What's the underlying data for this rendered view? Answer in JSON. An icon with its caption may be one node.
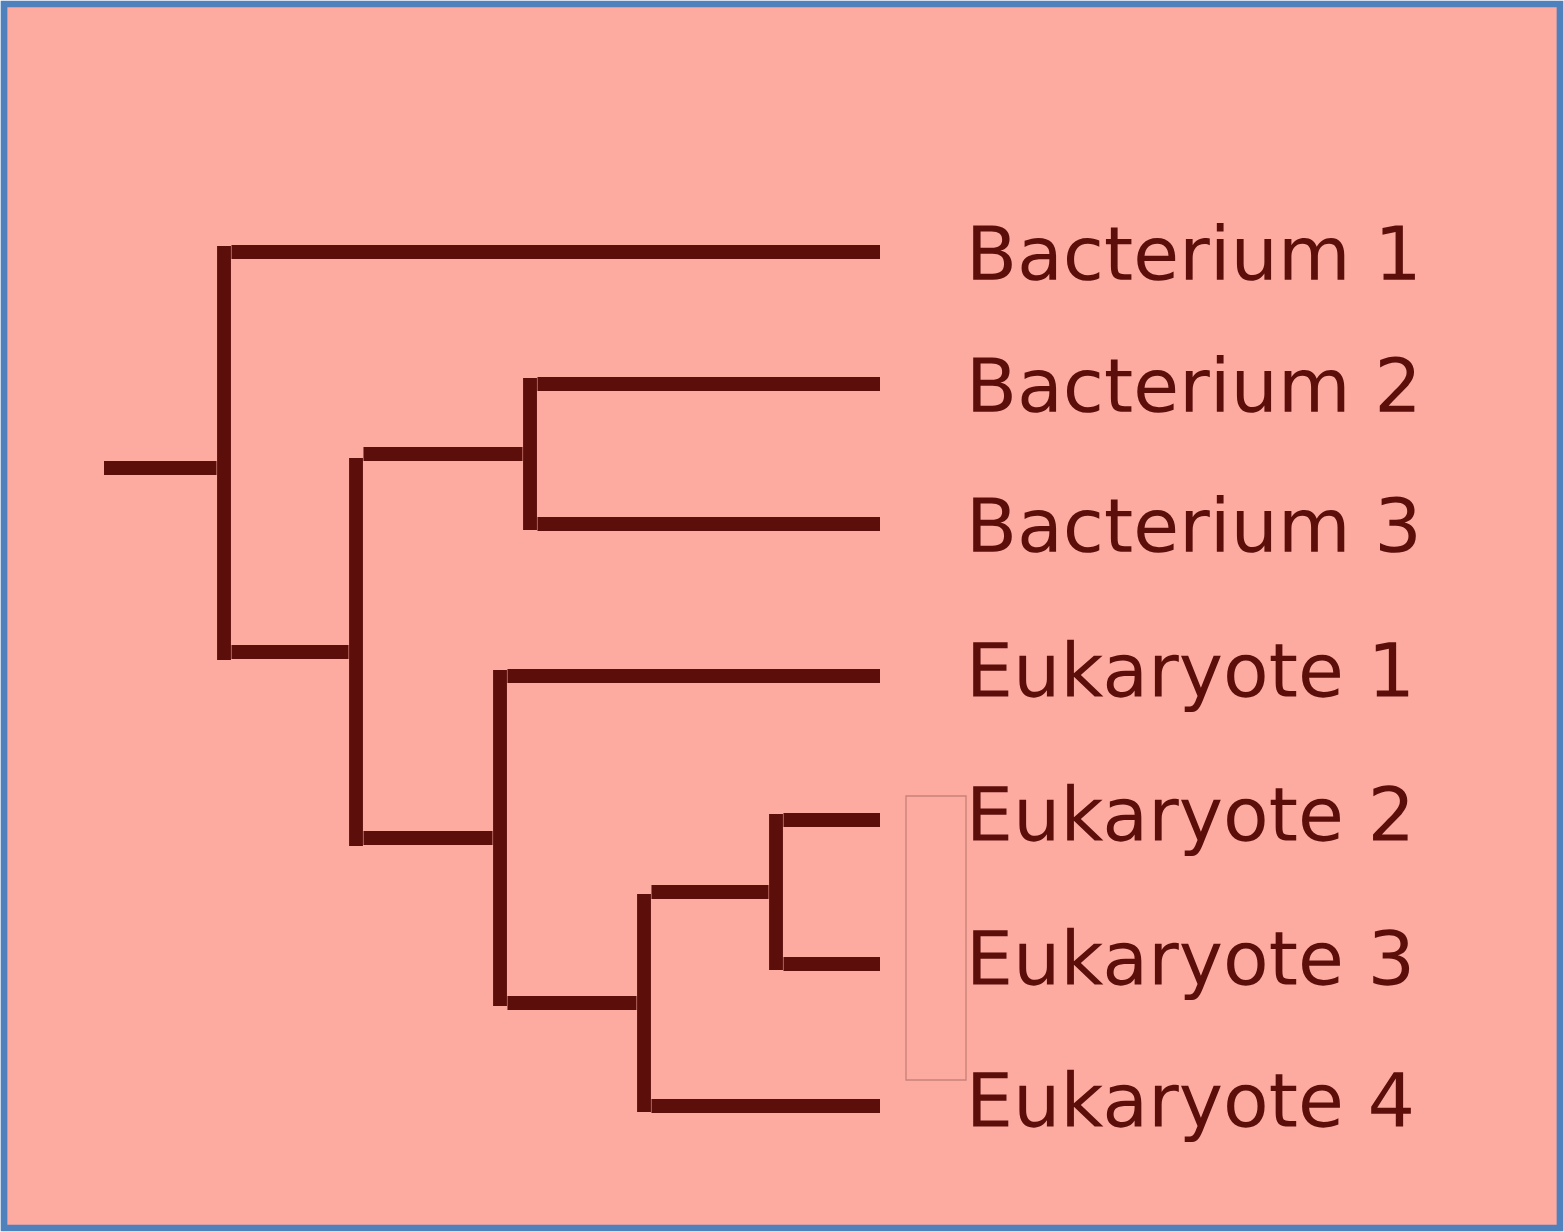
{
  "diagram": {
    "nodes": [
      {
        "text": [
          "Bacterium 1"
        ]
      },
      {
        "text": [
          "Bacterium 2"
        ]
      },
      {
        "text": [
          "Bacterium 3"
        ]
      },
      {
        "text": [
          "Eukaryote 1"
        ]
      },
      {
        "text": [
          "Eukaryote 2"
        ]
      },
      {
        "text": [
          "Eukaryote 3"
        ]
      },
      {
        "text": [
          "Eukaryote 4"
        ]
      },
      {
        "text": [],
        "shape": "bar"
      },
      {
        "text": [],
        "shape": "bar"
      },
      {
        "text": [],
        "shape": "bar"
      },
      {
        "text": [],
        "shape": "bar"
      },
      {
        "text": [],
        "shape": "bar"
      },
      {
        "text": [],
        "shape": "bar"
      }
    ],
    "edges": [
      {
        "from": null,
        "to": 7,
        "arrow": "none"
      },
      {
        "from": 7,
        "to": 0,
        "arrow": "none"
      },
      {
        "from": 7,
        "to": 8,
        "arrow": "none"
      },
      {
        "from": 8,
        "to": 9,
        "arrow": "none"
      },
      {
        "from": 9,
        "to": 1,
        "arrow": "none"
      },
      {
        "from": 9,
        "to": 2,
        "arrow": "none"
      },
      {
        "from": 8,
        "to": 10,
        "arrow": "none"
      },
      {
        "from": 10,
        "to": 3,
        "arrow": "none"
      },
      {
        "from": 10,
        "to": 11,
        "arrow": "none"
      },
      {
        "from": 11,
        "to": 12,
        "arrow": "none"
      },
      {
        "from": 12,
        "to": 4,
        "arrow": "none"
      },
      {
        "from": 12,
        "to": 5,
        "arrow": "none"
      },
      {
        "from": 11,
        "to": 6,
        "arrow": "none"
      }
    ]
  }
}
